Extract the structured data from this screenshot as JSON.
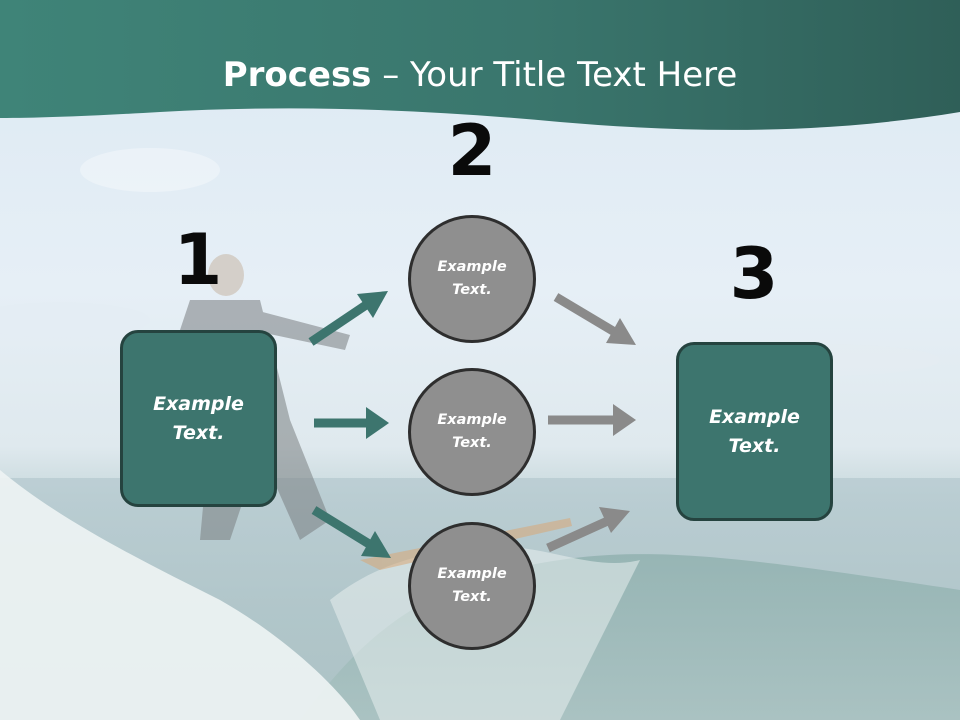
{
  "slide": {
    "title_bold": "Process",
    "title_rest": " – Your Title Text Here"
  },
  "steps": [
    {
      "number": "1",
      "label": "Example\nText."
    },
    {
      "number": "2"
    },
    {
      "number": "3",
      "label": "Example\nText."
    }
  ],
  "circles": [
    {
      "label": "Example\nText."
    },
    {
      "label": "Example\nText."
    },
    {
      "label": "Example\nText."
    }
  ],
  "colors": {
    "header_band": "#3f7d74",
    "box_fill": "#3d756e",
    "box_border": "#25433f",
    "circle_fill": "#8f8f8f",
    "teal_arrow": "#3d756e",
    "gray_arrow": "#8a8a8a"
  }
}
